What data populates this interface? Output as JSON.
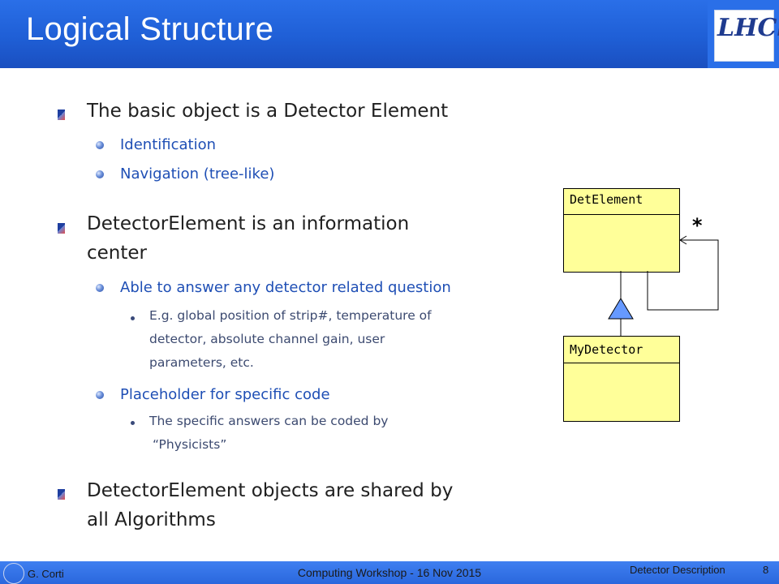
{
  "header": {
    "title": "Logical Structure",
    "logo_text": "LHCb",
    "colors": {
      "header_blue": "#1f5fd6",
      "footer_blue": "#2a67dd"
    }
  },
  "bullets": {
    "b1": {
      "text": "The basic object is a Detector Element",
      "subs": [
        "Identification",
        "Navigation (tree-like)"
      ]
    },
    "b2": {
      "line1": "DetectorElement is an information",
      "line2": "center",
      "sub1": "Able to answer any detector related question",
      "sub1_detail": [
        "E.g. global position of strip#, temperature of",
        "detector, absolute channel gain, user",
        "parameters, etc."
      ],
      "sub2": "Placeholder for specific code",
      "sub2_detail": [
        "The specific answers can be coded by",
        "“Physicists”"
      ]
    },
    "b3": {
      "line1": "DetectorElement objects are shared by",
      "line2": "all Algorithms"
    }
  },
  "diagram": {
    "class_top": "DetElement",
    "class_bottom": "MyDetector",
    "multiplicity": "*",
    "box_color": "#ffff99",
    "arrow_color": "#6699ff"
  },
  "footer": {
    "author": "G. Corti",
    "event": "Computing Workshop - 16 Nov 2015",
    "section": "Detector Description",
    "page": "8"
  }
}
